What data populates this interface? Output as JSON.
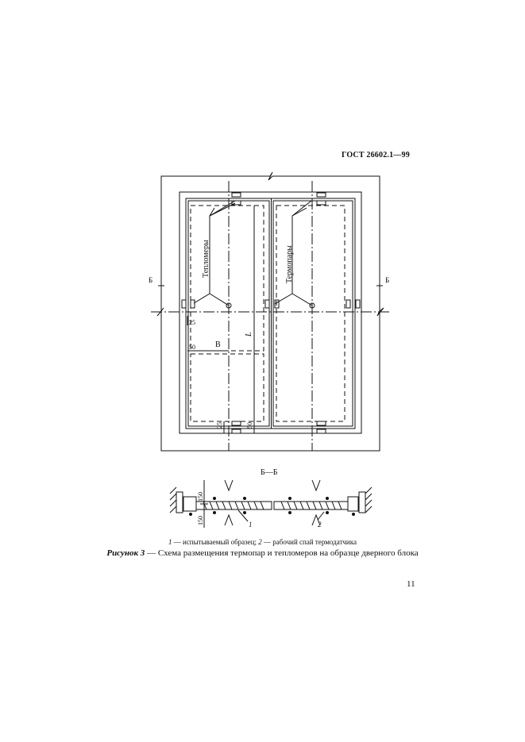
{
  "header": {
    "standard": "ГОСТ 26602.1—99"
  },
  "figure": {
    "labels": {
      "heat_flow_meters": "Тепломеры",
      "thermocouples": "Термопары",
      "section_mark_left": "Б",
      "section_mark_right": "Б",
      "dim_25_top": "25",
      "dim_50_left": "50",
      "dim_b": "В",
      "dim_l": "L",
      "dim_25_bottom": "25",
      "dim_50_bottom": "50"
    },
    "section": {
      "title": "Б—Б",
      "dim_150_top": "150",
      "dim_150_bottom": "150",
      "callout_1": "1",
      "callout_2": "2"
    }
  },
  "legend": {
    "n1": "1",
    "t1": " — испытываемый образец; ",
    "n2": "2",
    "t2": " — рабочий спай термодатчика"
  },
  "caption": {
    "label": "Рисунок 3",
    "text": " — Схема размещения термопар и тепломеров на образце дверного блока"
  },
  "page_number": "11"
}
